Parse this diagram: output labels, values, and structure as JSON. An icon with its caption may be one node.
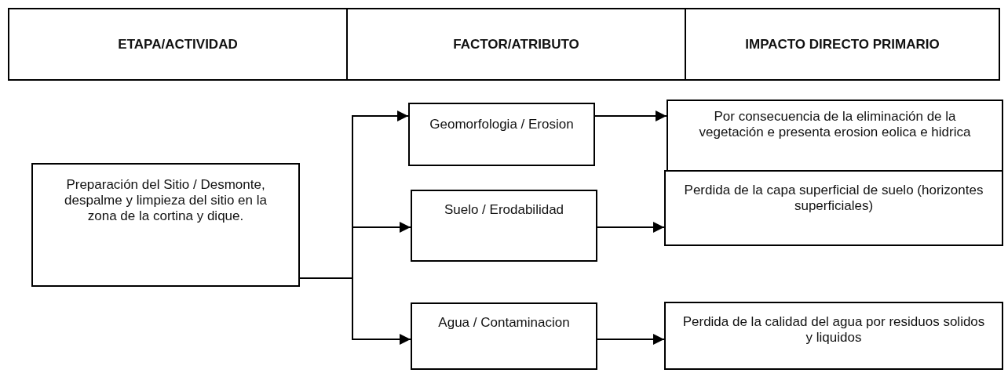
{
  "diagram": {
    "nodes": [
      {
        "text": [
          "ETAPA/ACTIVIDAD"
        ]
      },
      {
        "text": [
          "FACTOR/ATRIBUTO"
        ]
      },
      {
        "text": [
          "IMPACTO DIRECTO PRIMARIO"
        ]
      },
      {
        "text": [
          "Preparación del Sitio / Desmonte, despalme  y limpieza del sitio en la zona de la cortina y dique."
        ]
      },
      {
        "text": [
          "Geomorfologia / Erosion"
        ]
      },
      {
        "text": [
          "Suelo / Erodabilidad"
        ]
      },
      {
        "text": [
          "Agua / Contaminacion"
        ]
      },
      {
        "text": [
          "Por consecuencia de la eliminación de la vegetación e presenta  erosion eolica e hidrica"
        ]
      },
      {
        "text": [
          "Perdida de la capa superficial de suelo (horizontes superficiales)"
        ]
      },
      {
        "text": [
          "Perdida de la calidad del agua por residuos solidos y liquidos"
        ]
      }
    ],
    "edges": [
      {
        "from": 3,
        "to": 4,
        "arrow": "to"
      },
      {
        "from": 3,
        "to": 5,
        "arrow": "to"
      },
      {
        "from": 3,
        "to": 6,
        "arrow": "to"
      },
      {
        "from": 4,
        "to": 7,
        "arrow": "to"
      },
      {
        "from": 5,
        "to": 8,
        "arrow": "to"
      },
      {
        "from": 6,
        "to": 9,
        "arrow": "to"
      }
    ]
  }
}
